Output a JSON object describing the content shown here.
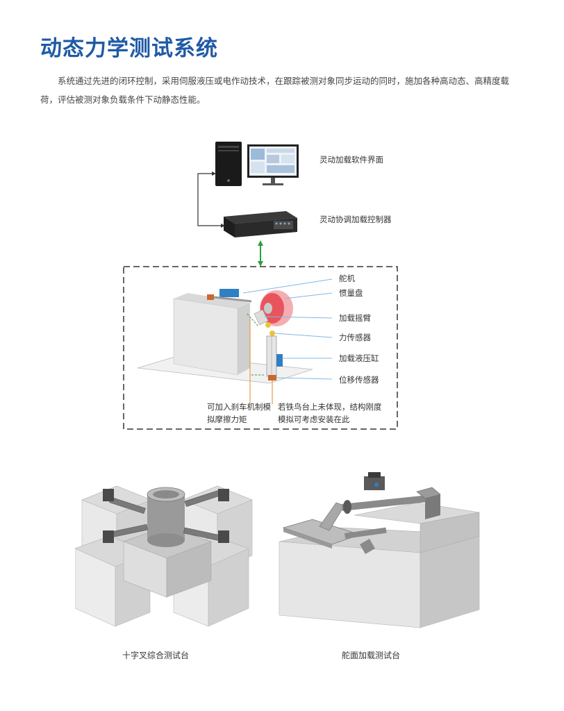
{
  "page": {
    "title": "动态力学测试系统",
    "intro": "系统通过先进的闭环控制，采用伺服液压或电作动技术，在跟踪被测对象同步运动的同时，施加各种高动态、高精度载荷，评估被测对象负载条件下动静态性能。"
  },
  "system": {
    "software_label": "灵动加载软件界面",
    "controller_label": "灵动协调加载控制器",
    "components": [
      "舵机",
      "惯量盘",
      "加载摇臂",
      "力传感器",
      "加载液压缸",
      "位移传感器"
    ],
    "note_left": [
      "可加入刹车机制模",
      "拟摩擦力矩"
    ],
    "note_right": [
      "若铁鸟台上未体现，结构刚度",
      "模拟可考虑安装在此"
    ]
  },
  "rigs": {
    "left_caption": "十字叉综合测试台",
    "right_caption": "舵面加载测试台"
  },
  "colors": {
    "title": "#1f5aa6",
    "arrow_green": "#2e9e3e",
    "leader_blue": "#7fb8e6",
    "disk_red": "#e8545c"
  }
}
